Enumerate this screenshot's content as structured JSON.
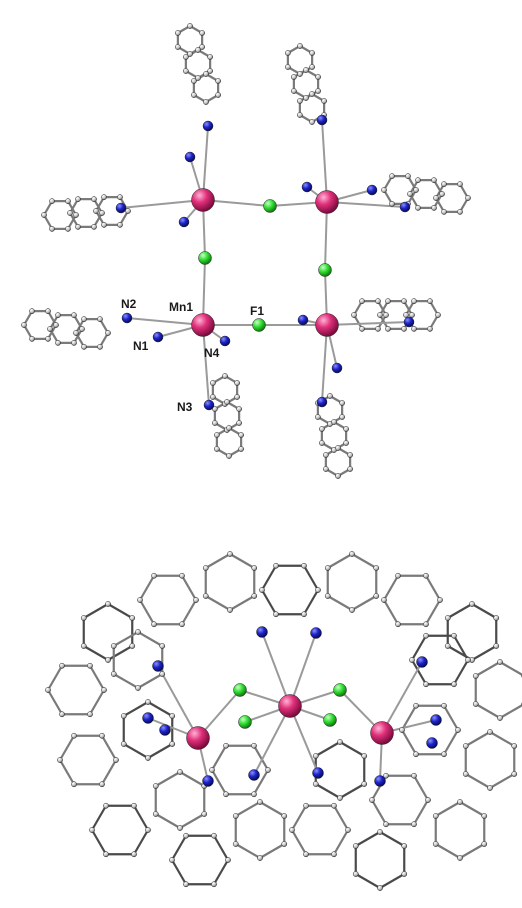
{
  "figure": {
    "top_panel": {
      "atom_labels": {
        "mn1": "Mn1",
        "f1": "F1",
        "n1": "N1",
        "n2": "N2",
        "n3": "N3",
        "n4": "N4"
      }
    }
  },
  "colors": {
    "manganese": "#e0307a",
    "fluorine": "#33dd33",
    "nitrogen": "#1d24c8",
    "carbon": "#c8c8c8",
    "bond": "#7a7a7a",
    "bond_dark": "#4a4a4a"
  }
}
